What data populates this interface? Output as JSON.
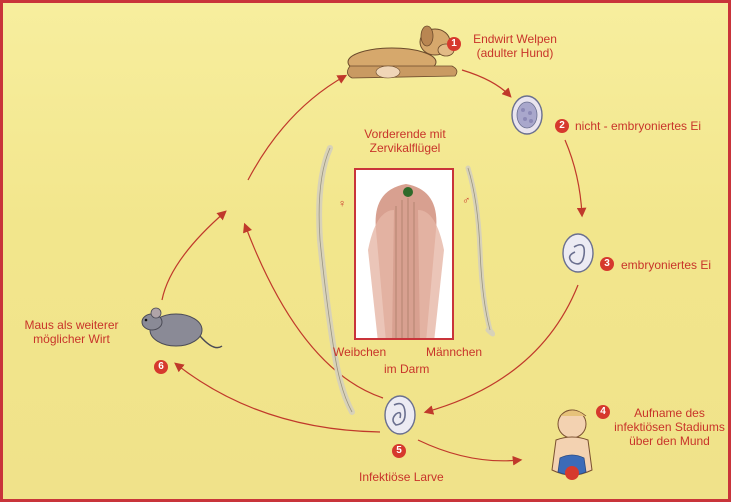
{
  "stages": [
    {
      "num": "1",
      "line1": "Endwirt Welpen",
      "line2": "(adulter Hund)"
    },
    {
      "num": "2",
      "line1": "nicht - embryoniertes Ei"
    },
    {
      "num": "3",
      "line1": "embryoniertes Ei"
    },
    {
      "num": "4",
      "line1": "Aufname des",
      "line2": "infektiösen Stadiums",
      "line3": "über den Mund"
    },
    {
      "num": "5",
      "line1": "Infektiöse Larve"
    },
    {
      "num": "6",
      "line1": "Maus als weiterer",
      "line2": "möglicher Wirt"
    }
  ],
  "center": {
    "title_line1": "Vorderende mit",
    "title_line2": "Zervikalflügel",
    "female_label": "Weibchen",
    "male_label": "Männchen",
    "location_label": "im Darm",
    "female_symbol": "♀",
    "male_symbol": "♂"
  },
  "colors": {
    "accent": "#c8342a",
    "background": "#f3e88f",
    "arrow": "#c0392b"
  }
}
